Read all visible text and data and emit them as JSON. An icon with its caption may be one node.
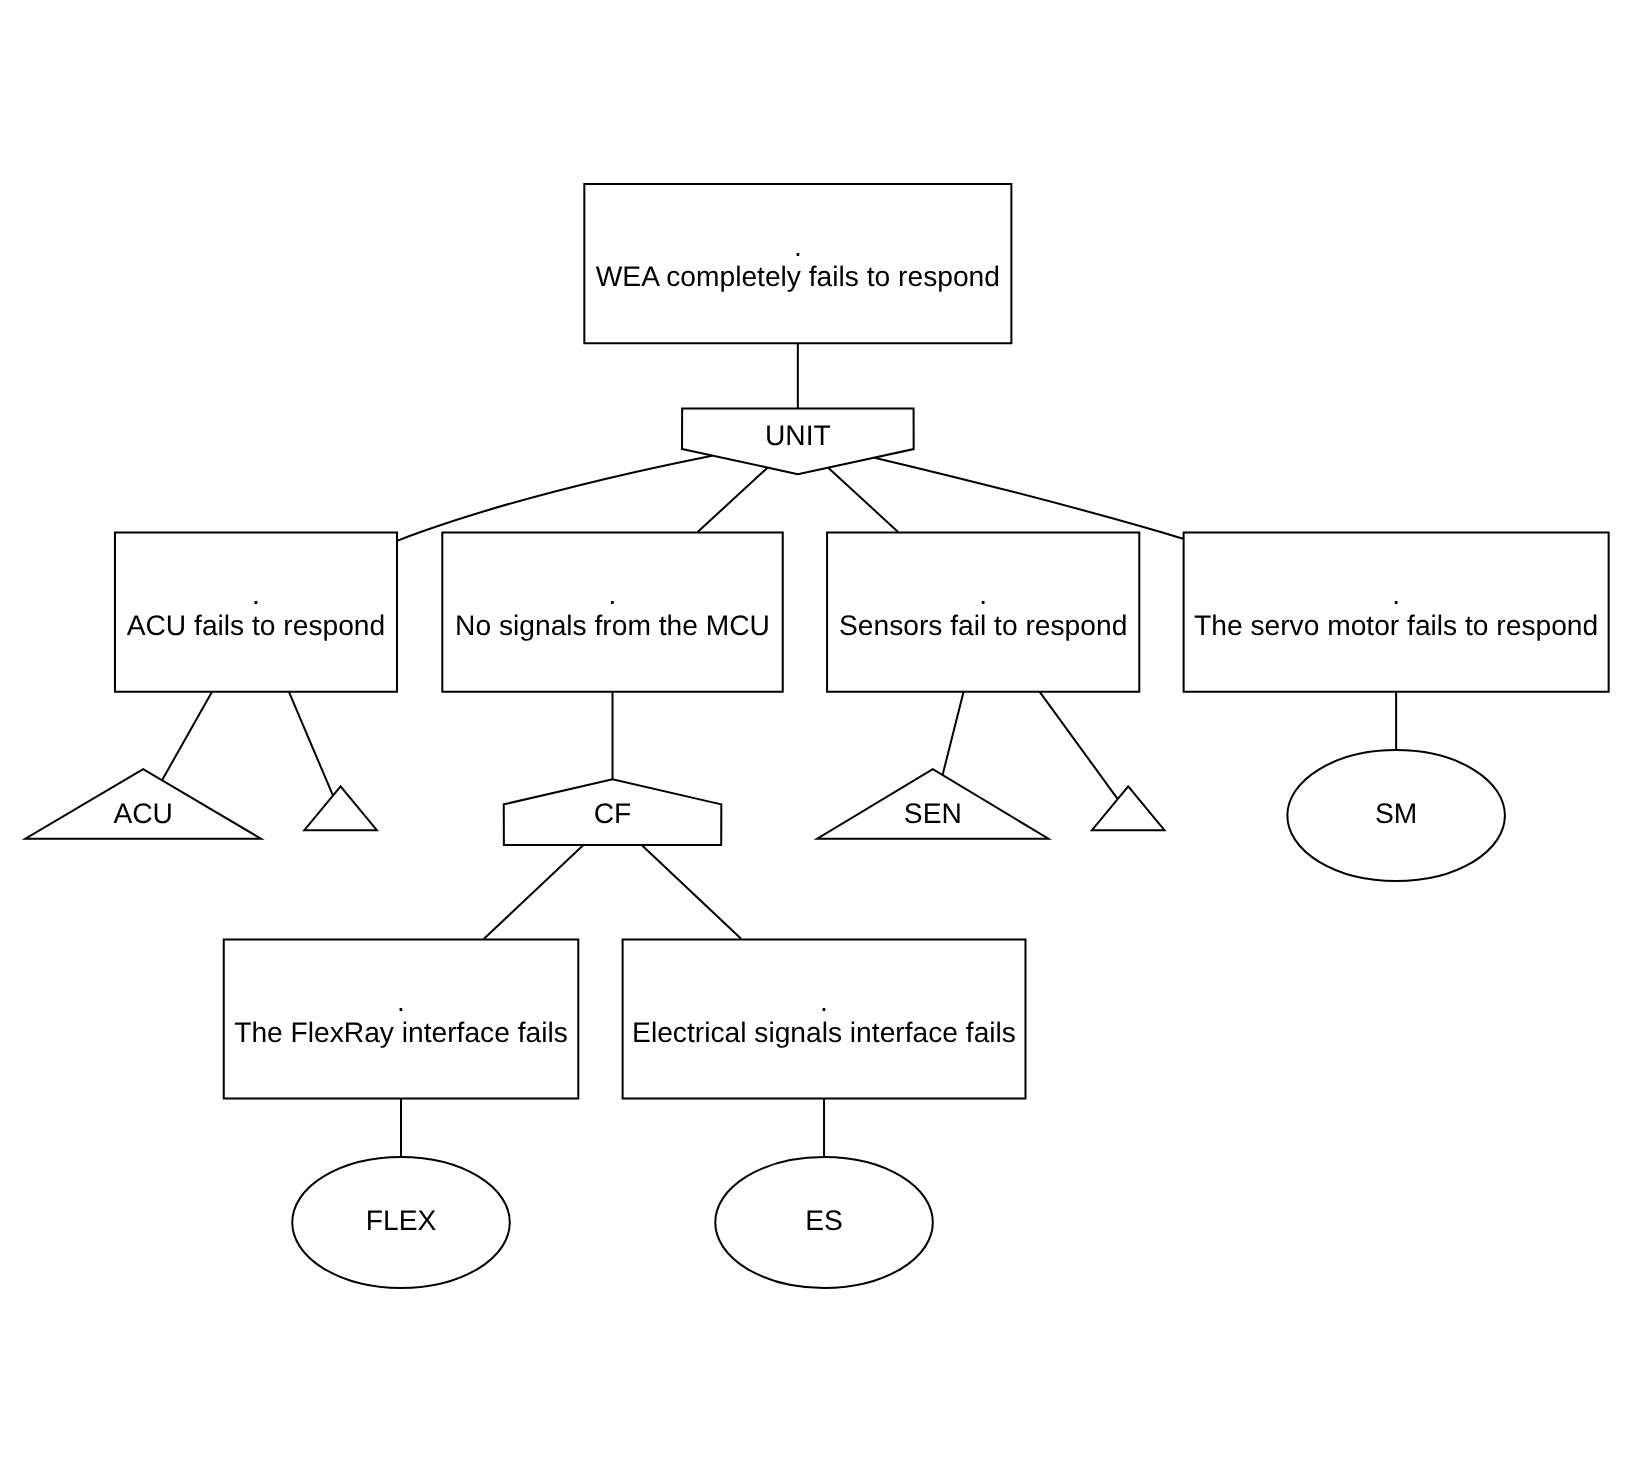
{
  "diagram": {
    "nodes": [
      {
        "text": [
          ".",
          "WEA completely fails to respond"
        ]
      },
      {
        "text": [
          "UNIT"
        ]
      },
      {
        "text": [
          ".",
          "ACU fails to respond"
        ]
      },
      {
        "text": [
          ".",
          "No signals from the MCU"
        ]
      },
      {
        "text": [
          ".",
          "Sensors fail to respond"
        ]
      },
      {
        "text": [
          ".",
          "The servo motor fails to respond"
        ]
      },
      {
        "text": [
          "ACU"
        ]
      },
      {
        "text": [],
        "shape": "triangle"
      },
      {
        "text": [
          "CF"
        ]
      },
      {
        "text": [
          "SEN"
        ]
      },
      {
        "text": [],
        "shape": "triangle"
      },
      {
        "text": [
          "SM"
        ]
      },
      {
        "text": [
          ".",
          "The FlexRay interface fails"
        ]
      },
      {
        "text": [
          ".",
          "Electrical signals interface fails"
        ]
      },
      {
        "text": [
          "FLEX"
        ]
      },
      {
        "text": [
          "ES"
        ]
      }
    ],
    "edges": [
      {
        "from": 0,
        "to": 1,
        "arrow": "none"
      },
      {
        "from": 1,
        "to": 2,
        "arrow": "none"
      },
      {
        "from": 1,
        "to": 3,
        "arrow": "none"
      },
      {
        "from": 1,
        "to": 4,
        "arrow": "none"
      },
      {
        "from": 1,
        "to": 5,
        "arrow": "none"
      },
      {
        "from": 2,
        "to": 6,
        "arrow": "none"
      },
      {
        "from": 2,
        "to": 7,
        "arrow": "none"
      },
      {
        "from": 3,
        "to": 8,
        "arrow": "none"
      },
      {
        "from": 4,
        "to": 9,
        "arrow": "none"
      },
      {
        "from": 4,
        "to": 10,
        "arrow": "none"
      },
      {
        "from": 5,
        "to": 11,
        "arrow": "none"
      },
      {
        "from": 8,
        "to": 12,
        "arrow": "none"
      },
      {
        "from": 8,
        "to": 13,
        "arrow": "none"
      },
      {
        "from": 12,
        "to": 14,
        "arrow": "none"
      },
      {
        "from": 13,
        "to": 15,
        "arrow": "none"
      }
    ]
  }
}
